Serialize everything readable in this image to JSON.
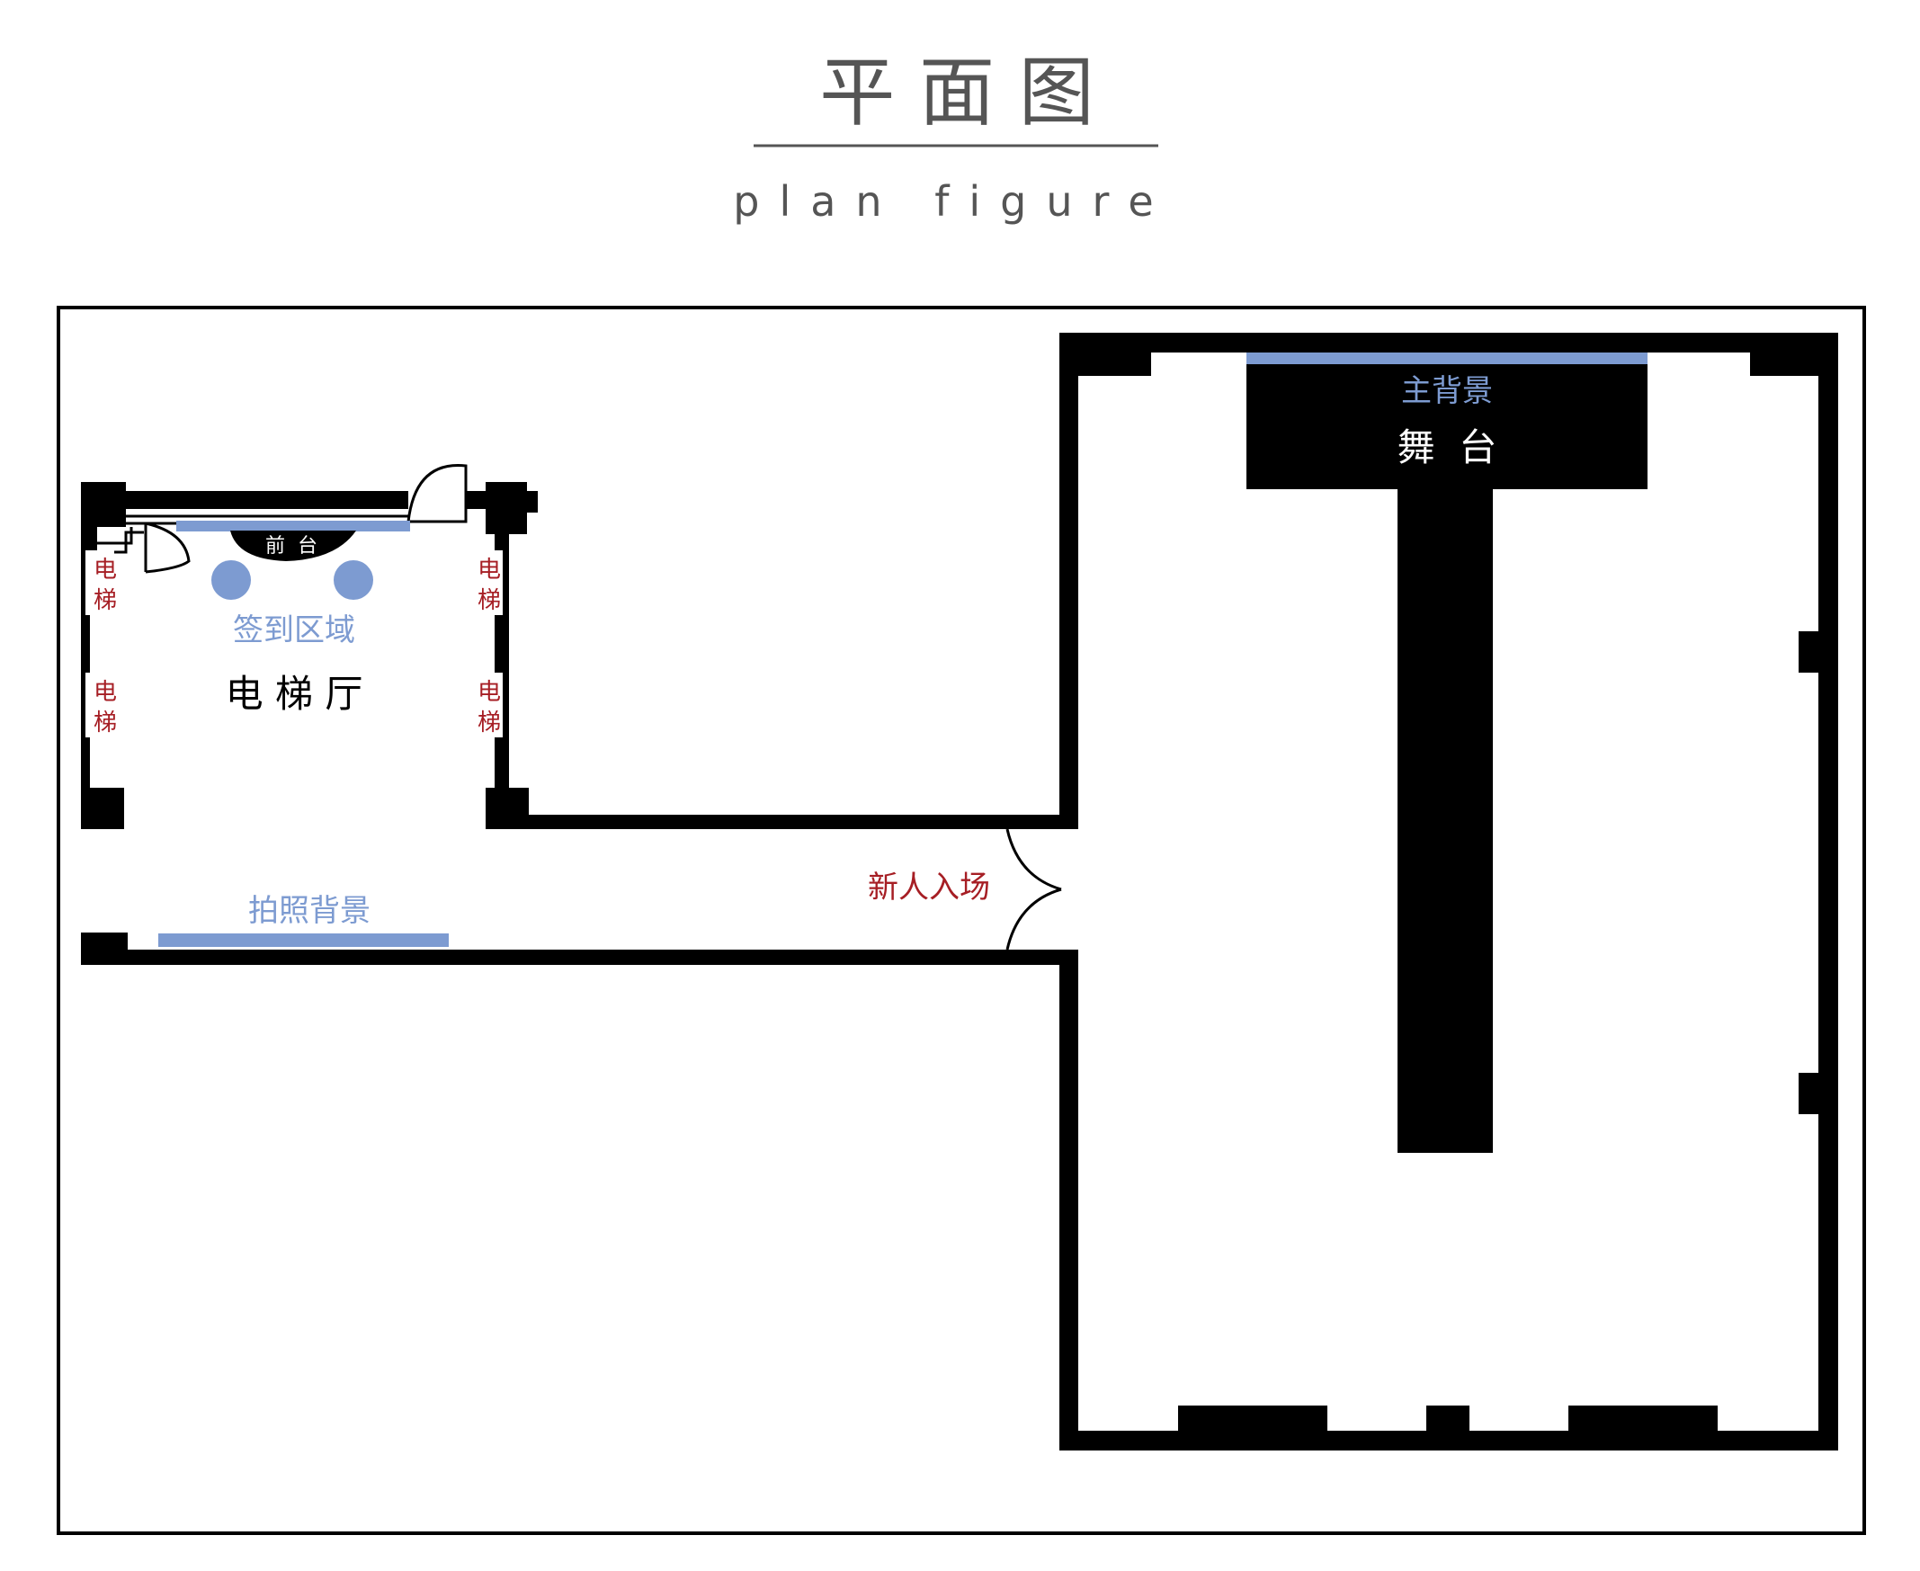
{
  "header": {
    "title_cn": "平 面 图",
    "title_en": "plan figure"
  },
  "labels": {
    "main_backdrop": "主背景",
    "stage": "舞  台",
    "front_desk": "前  台",
    "checkin_area": "签到区域",
    "elevator_hall": "电 梯 厅",
    "elevator_top": "电",
    "elevator_bottom": "梯",
    "photo_backdrop": "拍照背景",
    "couple_entrance": "新人入场"
  },
  "colors": {
    "wall": "#000000",
    "backdrop_blue": "#7d9bd1",
    "label_red": "#a61e24",
    "title_gray": "#555555"
  }
}
